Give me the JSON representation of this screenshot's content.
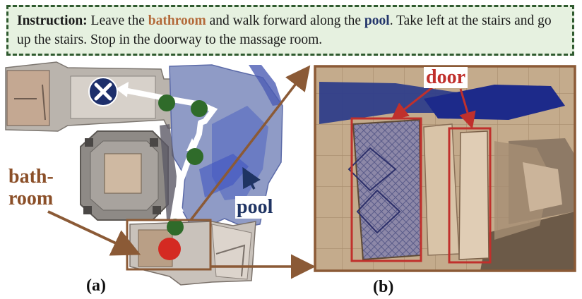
{
  "instruction": {
    "label": "Instruction:",
    "text_1": "Leave the",
    "kw_1": "bathroom",
    "text_2": "and walk forward along the",
    "kw_2": "pool",
    "text_3": ". Take left at the stairs and go up the stairs. Stop in the doorway to the massage room."
  },
  "panel_a": {
    "label": "(a)",
    "bathroom_label": "bath-\nroom",
    "pool_label": "pool"
  },
  "panel_b": {
    "label": "(b)",
    "door_label": "door"
  },
  "colors": {
    "instr_bg": "#e6f1e0",
    "instr_border": "#2f5a2f",
    "bathroom_brown": "#8b4f28",
    "pool_navy": "#1f3463",
    "door_red": "#c0302c",
    "waypoint_green": "#2f6b2a",
    "start_red": "#d42a22",
    "goal_navy": "#1d2f6b"
  },
  "icons": [
    "goal-x-icon",
    "start-marker",
    "waypoint-marker"
  ]
}
